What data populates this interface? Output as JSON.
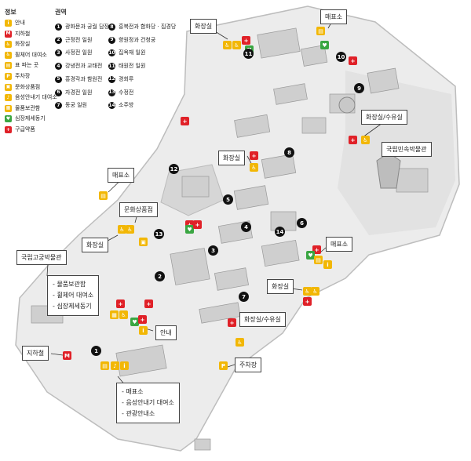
{
  "legend": {
    "info_title": "정보",
    "info_items": [
      {
        "label": "안내",
        "icon": "info-icon",
        "style": "yellow",
        "glyph": "i"
      },
      {
        "label": "지하철",
        "icon": "subway-icon",
        "style": "red",
        "glyph": "M"
      },
      {
        "label": "화장실",
        "icon": "restroom-icon",
        "style": "yellow",
        "glyph": "♿"
      },
      {
        "label": "휠체어 대여소",
        "icon": "wheelchair-icon",
        "style": "yellow",
        "glyph": "♿"
      },
      {
        "label": "표 파는 곳",
        "icon": "ticket-icon",
        "style": "yellow",
        "glyph": "▤"
      },
      {
        "label": "주차장",
        "icon": "parking-icon",
        "style": "yellow",
        "glyph": "P"
      },
      {
        "label": "문화상품점",
        "icon": "shop-icon",
        "style": "yellow",
        "glyph": "▣"
      },
      {
        "label": "음성안내기 대여소",
        "icon": "audio-guide-icon",
        "style": "yellow",
        "glyph": "♪"
      },
      {
        "label": "물품보관함",
        "icon": "locker-icon",
        "style": "yellow",
        "glyph": "▦"
      },
      {
        "label": "심장제세동기",
        "icon": "defibrillator-icon",
        "style": "green",
        "glyph": "♥"
      },
      {
        "label": "구급약품",
        "icon": "first-aid-icon",
        "style": "red",
        "glyph": "+"
      }
    ],
    "area_title": "권역",
    "areas": [
      {
        "n": "1",
        "label": "광화문과 궁궐 담장"
      },
      {
        "n": "2",
        "label": "근정전 일원"
      },
      {
        "n": "3",
        "label": "사정전 일원"
      },
      {
        "n": "4",
        "label": "강녕전과 교태전"
      },
      {
        "n": "5",
        "label": "흥경각과 함원전"
      },
      {
        "n": "6",
        "label": "자경전 일원"
      },
      {
        "n": "7",
        "label": "동궁 일원"
      },
      {
        "n": "8",
        "label": "흥복전과 함화당 · 집경당"
      },
      {
        "n": "9",
        "label": "향원정과 건청궁"
      },
      {
        "n": "10",
        "label": "집옥재 일원"
      },
      {
        "n": "11",
        "label": "태원전 일원"
      },
      {
        "n": "12",
        "label": "경회루"
      },
      {
        "n": "13",
        "label": "수정전"
      },
      {
        "n": "14",
        "label": "소주방"
      }
    ]
  },
  "labels": {
    "restroom_nw": "화장실",
    "ticket_ne": "매표소",
    "restroom_water_ne": "화장실/수유실",
    "folk_museum": "국립민속박물관",
    "restroom_center": "화장실",
    "ticket_w": "매표소",
    "culture_shop": "문화상품점",
    "restroom_w": "화장실",
    "palace_museum": "국립고궁박물관",
    "ticket_e": "매표소",
    "restroom_e": "화장실",
    "restroom_water_se": "화장실/수유실",
    "info": "안내",
    "subway": "지하철",
    "parking": "주차장"
  },
  "list_box_west": [
    "물품보관함",
    "휠체어 대여소",
    "심장제세동기"
  ],
  "list_box_south": [
    "매표소",
    "음성안내기 대여소",
    "관광안내소"
  ],
  "colors": {
    "accent_yellow": "#f2b705",
    "accent_red": "#e02128",
    "accent_green": "#3aa642",
    "marker": "#111111"
  }
}
